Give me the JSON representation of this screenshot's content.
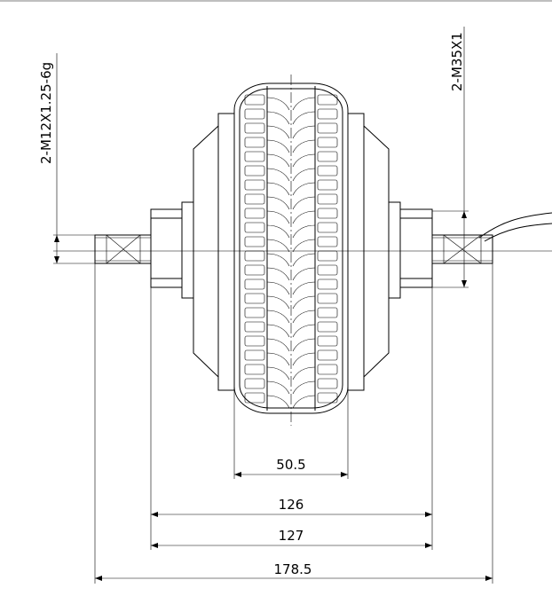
{
  "dimensions": {
    "tread_width": "50.5",
    "hub_width": "126",
    "flange_span": "127",
    "overall_width": "178.5"
  },
  "thread_callouts": {
    "left_axle": "2-M12X1.25-6g",
    "right_axle": "2-M35X1"
  },
  "colors": {
    "line": "#000000",
    "background": "#ffffff"
  }
}
